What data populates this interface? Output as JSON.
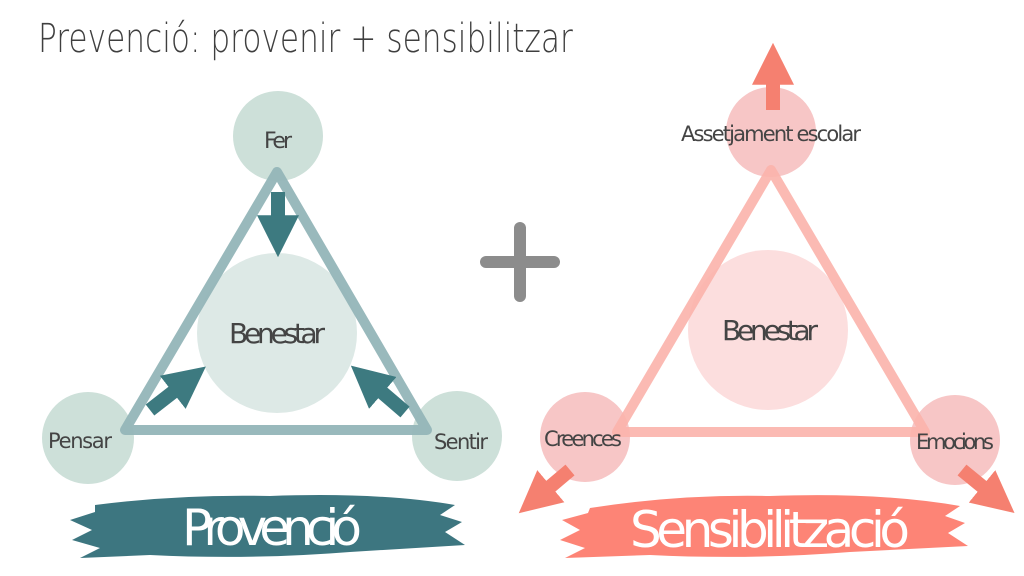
{
  "title": "Prevenció: provenir + sensibilitzar",
  "left": {
    "top_node": "Fer",
    "left_node": "Pensar",
    "right_node": "Sentir",
    "center": "Benestar",
    "banner": "Provenció",
    "colors": {
      "node": "#cde0d9",
      "center": "#dde9e6",
      "triangle": "#94b5b8",
      "arrow": "#3d7a80",
      "banner": "#3d7680"
    }
  },
  "operator": "+",
  "right": {
    "top_node": "Assetjament escolar",
    "left_node": "Creences",
    "right_node": "Emocions",
    "center": "Benestar",
    "banner": "Sensibilització",
    "colors": {
      "node": "#f7c6c6",
      "center": "#fcdede",
      "triangle": "#fbb3ab",
      "arrow": "#f58070",
      "banner": "#fd8476"
    }
  }
}
